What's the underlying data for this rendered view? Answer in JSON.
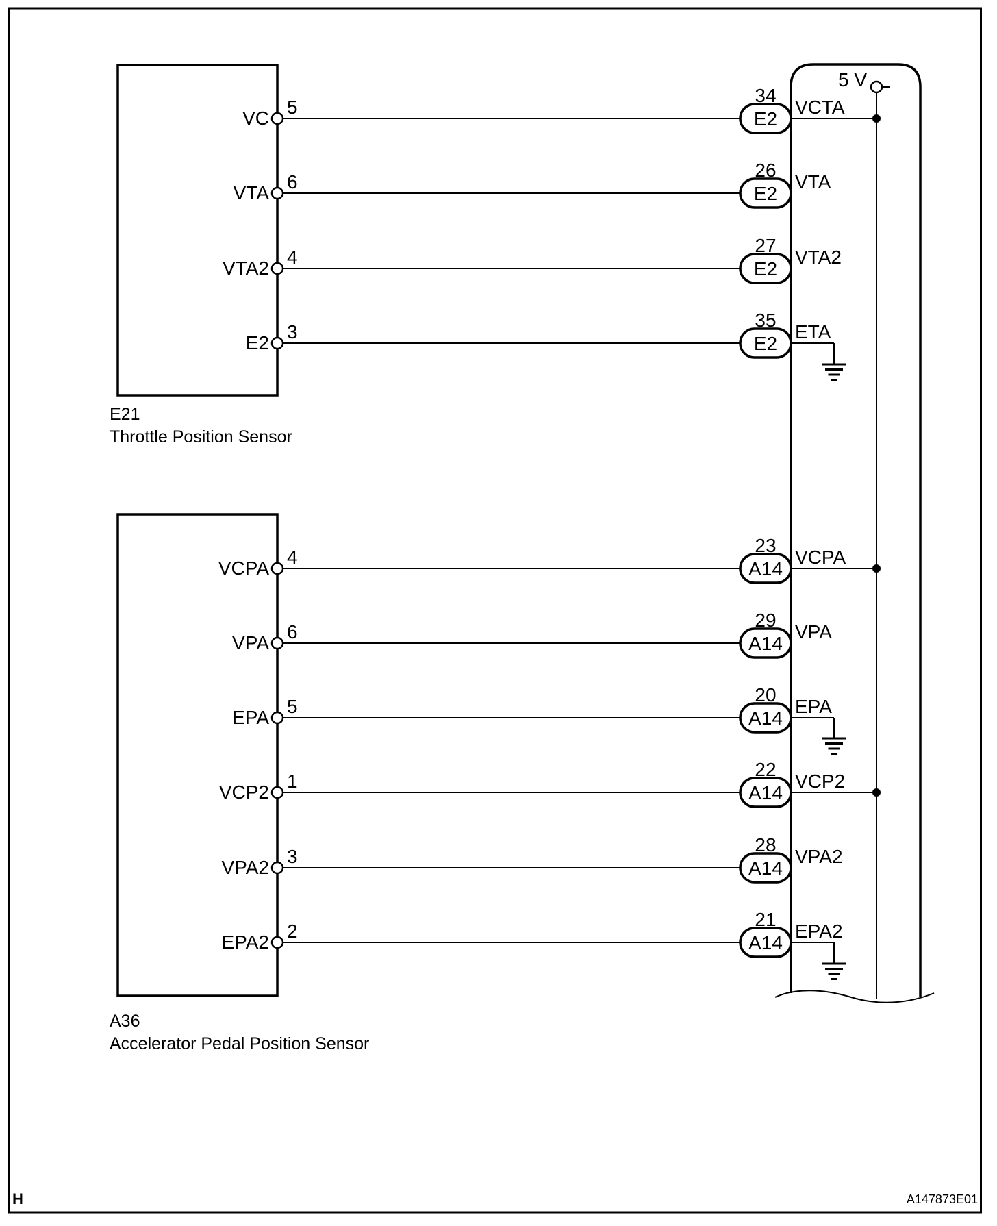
{
  "diagram": {
    "page_code": "H",
    "figure_code": "A147873E01",
    "power_label": "5 V"
  },
  "sensors": [
    {
      "id": "E21",
      "name": "Throttle Position Sensor",
      "pins": [
        {
          "label": "VC",
          "number": "5",
          "ecm_number": "34",
          "ecm_connector": "E2",
          "signal": "VCTA"
        },
        {
          "label": "VTA",
          "number": "6",
          "ecm_number": "26",
          "ecm_connector": "E2",
          "signal": "VTA"
        },
        {
          "label": "VTA2",
          "number": "4",
          "ecm_number": "27",
          "ecm_connector": "E2",
          "signal": "VTA2"
        },
        {
          "label": "E2",
          "number": "3",
          "ecm_number": "35",
          "ecm_connector": "E2",
          "signal": "ETA"
        }
      ]
    },
    {
      "id": "A36",
      "name": "Accelerator Pedal Position Sensor",
      "pins": [
        {
          "label": "VCPA",
          "number": "4",
          "ecm_number": "23",
          "ecm_connector": "A14",
          "signal": "VCPA"
        },
        {
          "label": "VPA",
          "number": "6",
          "ecm_number": "29",
          "ecm_connector": "A14",
          "signal": "VPA"
        },
        {
          "label": "EPA",
          "number": "5",
          "ecm_number": "20",
          "ecm_connector": "A14",
          "signal": "EPA"
        },
        {
          "label": "VCP2",
          "number": "1",
          "ecm_number": "22",
          "ecm_connector": "A14",
          "signal": "VCP2"
        },
        {
          "label": "VPA2",
          "number": "3",
          "ecm_number": "28",
          "ecm_connector": "A14",
          "signal": "VPA2"
        },
        {
          "label": "EPA2",
          "number": "2",
          "ecm_number": "21",
          "ecm_connector": "A14",
          "signal": "EPA2"
        }
      ]
    }
  ]
}
